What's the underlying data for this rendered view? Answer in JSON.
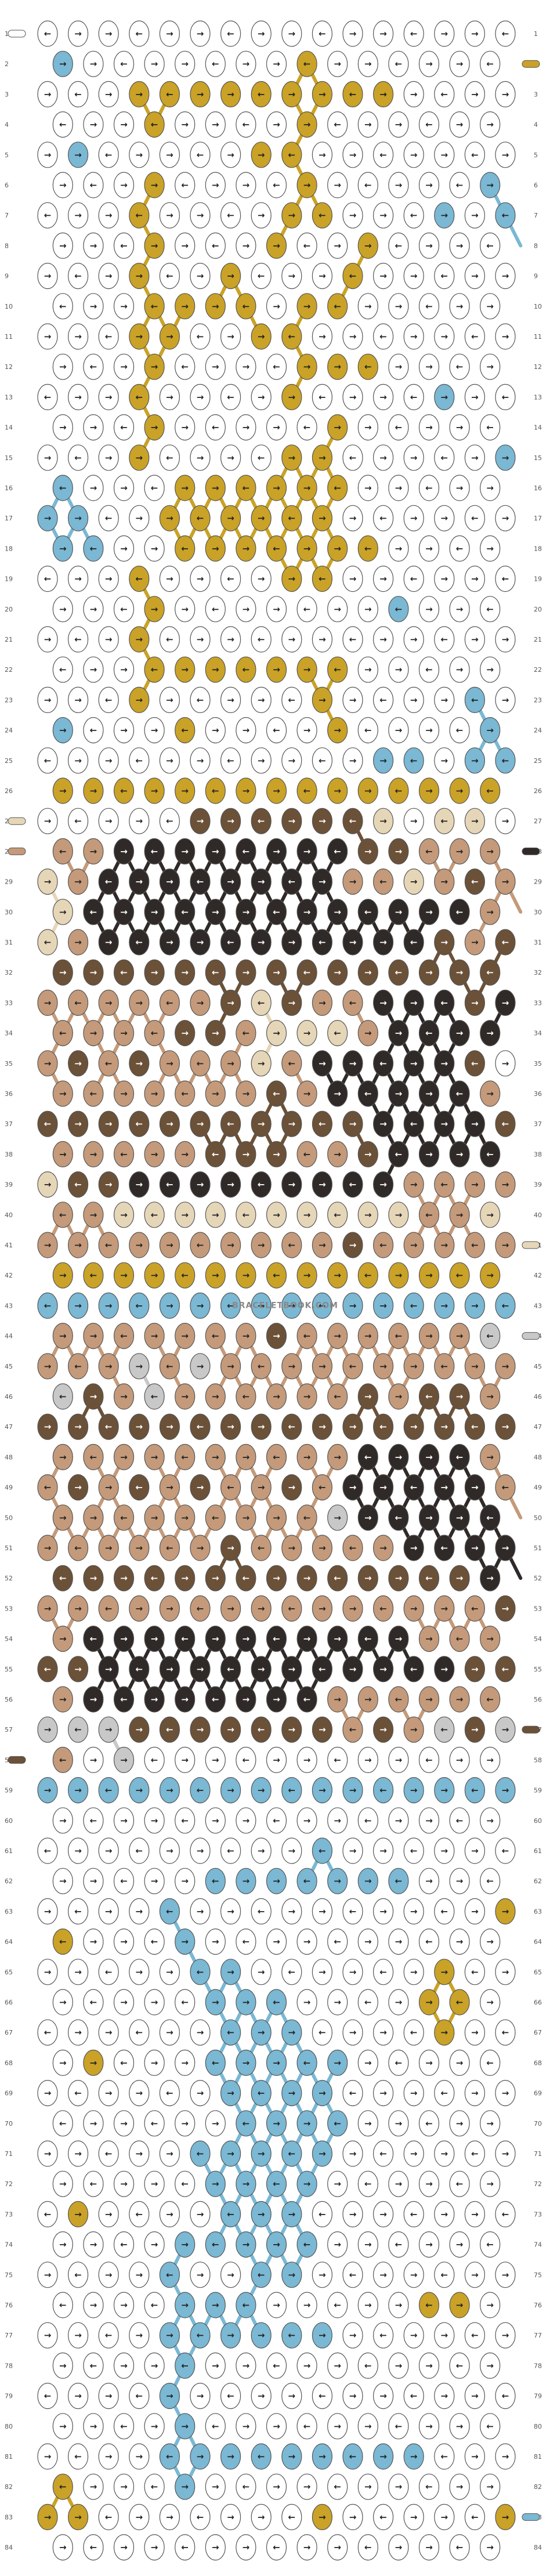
{
  "watermark": "BRACELETBOOK.COM",
  "colors": {
    "A": "#ffffff",
    "B": "#c9a227",
    "C": "#7ab8d4",
    "D": "#2f2a28",
    "E": "#6b5138",
    "F": "#c49a7a",
    "G": "#e6d6b8",
    "H": "#c8c8c8"
  },
  "columns": 16,
  "row_labels": [
    "1",
    "2",
    "3",
    "4",
    "5",
    "6",
    "7",
    "8",
    "9",
    "10",
    "11",
    "12",
    "13",
    "14",
    "15",
    "16",
    "17",
    "18",
    "19",
    "20",
    "21",
    "22",
    "23",
    "24",
    "25",
    "26",
    "27",
    "28",
    "29",
    "30",
    "31",
    "32",
    "33",
    "34",
    "35",
    "36",
    "37",
    "38",
    "39",
    "40",
    "41",
    "42",
    "43",
    "44",
    "45",
    "46",
    "47",
    "48",
    "49",
    "50",
    "51",
    "52",
    "53",
    "54",
    "55",
    "56",
    "57",
    "58",
    "59",
    "60",
    "61",
    "62",
    "63",
    "64",
    "65",
    "66",
    "67",
    "68",
    "69",
    "70",
    "71",
    "72",
    "73",
    "74",
    "75",
    "76",
    "77",
    "78",
    "79",
    "80",
    "81",
    "82",
    "83",
    "84"
  ],
  "rows": [
    "AAAAAAAAAAAAAAAA",
    "CAAAAAAABAAAAAAAB",
    "AAABBBBBBBBBAAAA",
    "AAABAAAABAAAAAAA",
    "ACAAAAABBAAAAAAA",
    "AAABAAAABAAAAACC",
    "AAABAAAABBAAACAC",
    "AAABAAABAABAAAAC",
    "AAABAABAAABAAAAA",
    "AAABBBBABBAAAAAA",
    "AAABBAABBAAAAAAA",
    "AAABAAAABBBAAAAA",
    "AAABAAAABAAAACAA",
    "AAABAAAAABAAAAAA",
    "AAABAAAABBAAAAAC",
    "CAAABBBBBBAAAAAA",
    "CCAABBBBBBAAAAAA",
    "CCAABBBBBBBAAAAA",
    "AAABAAAABBAAAAAA",
    "AAABAAAAAAACAAAA",
    "AAABAAAAAAAAAAAA",
    "AAABBBBBBBAAAAAA",
    "AAABAAAAABAAAACA",
    "CAAABAAAABAAAACA",
    "AAAAAAAAAAACCACC",
    "BBBBBBBBBBBBBBBB",
    "AAAAAEEEEEEGAGGAA",
    "FFDDDDDDDDEEFFFAD",
    "GFDDDDDDDDFFGFEFF",
    "GDDDDDDDDDDDDDFF",
    "GFDDDDDDDDDDDEFEE",
    "EEEEEEEEEEEEEEEDE",
    "FFFFFFEGEFFDDDED",
    "FFFFEEFGGGFDDDDE",
    "FEFEFFFGFDDDDDE",
    "FFFFFFFEFDDDDDFF",
    "EEEEEEEEEEEDDDDE",
    "FFFFFEEEFFEDDDDF",
    "GEEDDDDDDDDDFFFF",
    "FFGGGGGGGGGGFFGA",
    "FFFFFFFFFFEFFFFF",
    "BBBBBBBBBBBBBBBB",
    "CCCCCCCCCCCCCCCC",
    "FFFFFFFEFFFFFFHH",
    "FFFHFHFFFFFFFFFF",
    "HEFHFFFFFFEFEEFH",
    "EEEEEEEEEEEEEEEEE",
    "FFFFFFFFFFDDDDFF",
    "FEFEFEFFEFDDDDDF",
    "FFFFFFFFFHDDDDDF",
    "FFFFFFEFFFFFDDDDD",
    "EEEEEEEEEEEEEEDDD",
    "FFFFFFFFFFFFFFFE",
    "FDDDDDDDDDDDFFFF",
    "EEDDDDDDDDDDDDEE",
    "FDDDDDDDDFFFFFFH",
    "HHHEEEEEEEFEFHEHH",
    "FAHAAAAAAAAAAAAA",
    "CCCCCCCCCCCCCCCC",
    "AAAAAAAAAAAAAAAA",
    "AAAAAAAAACAAAAAA",
    "AAAAACCCCCCCAAAA",
    "AAAACAAAAAAAAAAB",
    "BAAACAAAAAAAAAAA",
    "AAAAACCAAAAAABAA",
    "AAAAACCCAAAABBAA",
    "AAAAAACCCAAAABAA",
    "ABAAACCCCCAAAAAA",
    "AAAAAACCCCAAAAAA",
    "AAAAAACCCCAAAAAA",
    "AAAAACCCCCAAAAAA",
    "AAAAACCCCAAAAAAA",
    "ABAAAACCCAAAAAAA",
    "AAAACCCCCAAAAAAA",
    "AAAACAACCAAAAAAA",
    "AAAACCCAAAAABBAB",
    "AAAACCCCCCAAAAAA",
    "AAAACAAAAAAAAAAA",
    "AAAACAAAAAAAAAAA",
    "AAAACAAAAAAAAAAA",
    "AAAACCCCCCCCCAAA",
    "BAAACAAAAAAAAAAA",
    "BBAAAAAAABAAAAAB",
    "AAAAAAAAAAAAAAAA"
  ],
  "start_strands": {
    "1": "A",
    "27": "G",
    "28": "F",
    "58": "E"
  },
  "end_strands": {
    "2": "B",
    "28": "D",
    "41": "G",
    "44": "H",
    "57": "E",
    "83": "C"
  }
}
